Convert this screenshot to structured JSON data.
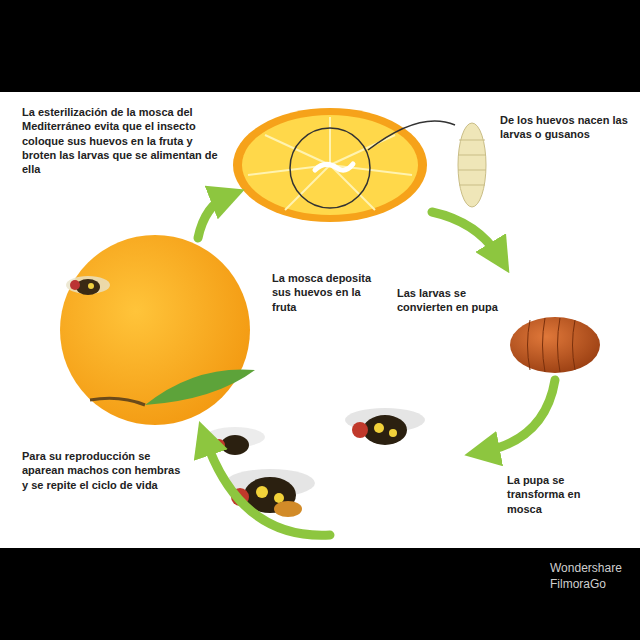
{
  "diagram": {
    "labels": [
      "De los huevos nacen las larvas o gusanos",
      "Las larvas se convierten en pupa",
      "La pupa se transforma en mosca",
      "Para su reproducción se aparean machos con hembras y se repite el ciclo de vida",
      "La mosca deposita sus huevos en la fruta",
      "La esterilización de la mosca del Mediterráneo evita que el insecto coloque sus huevos en la fruta y broten las larvas que se alimentan de ella",
      "Wondershare FilmoraGo"
    ]
  }
}
